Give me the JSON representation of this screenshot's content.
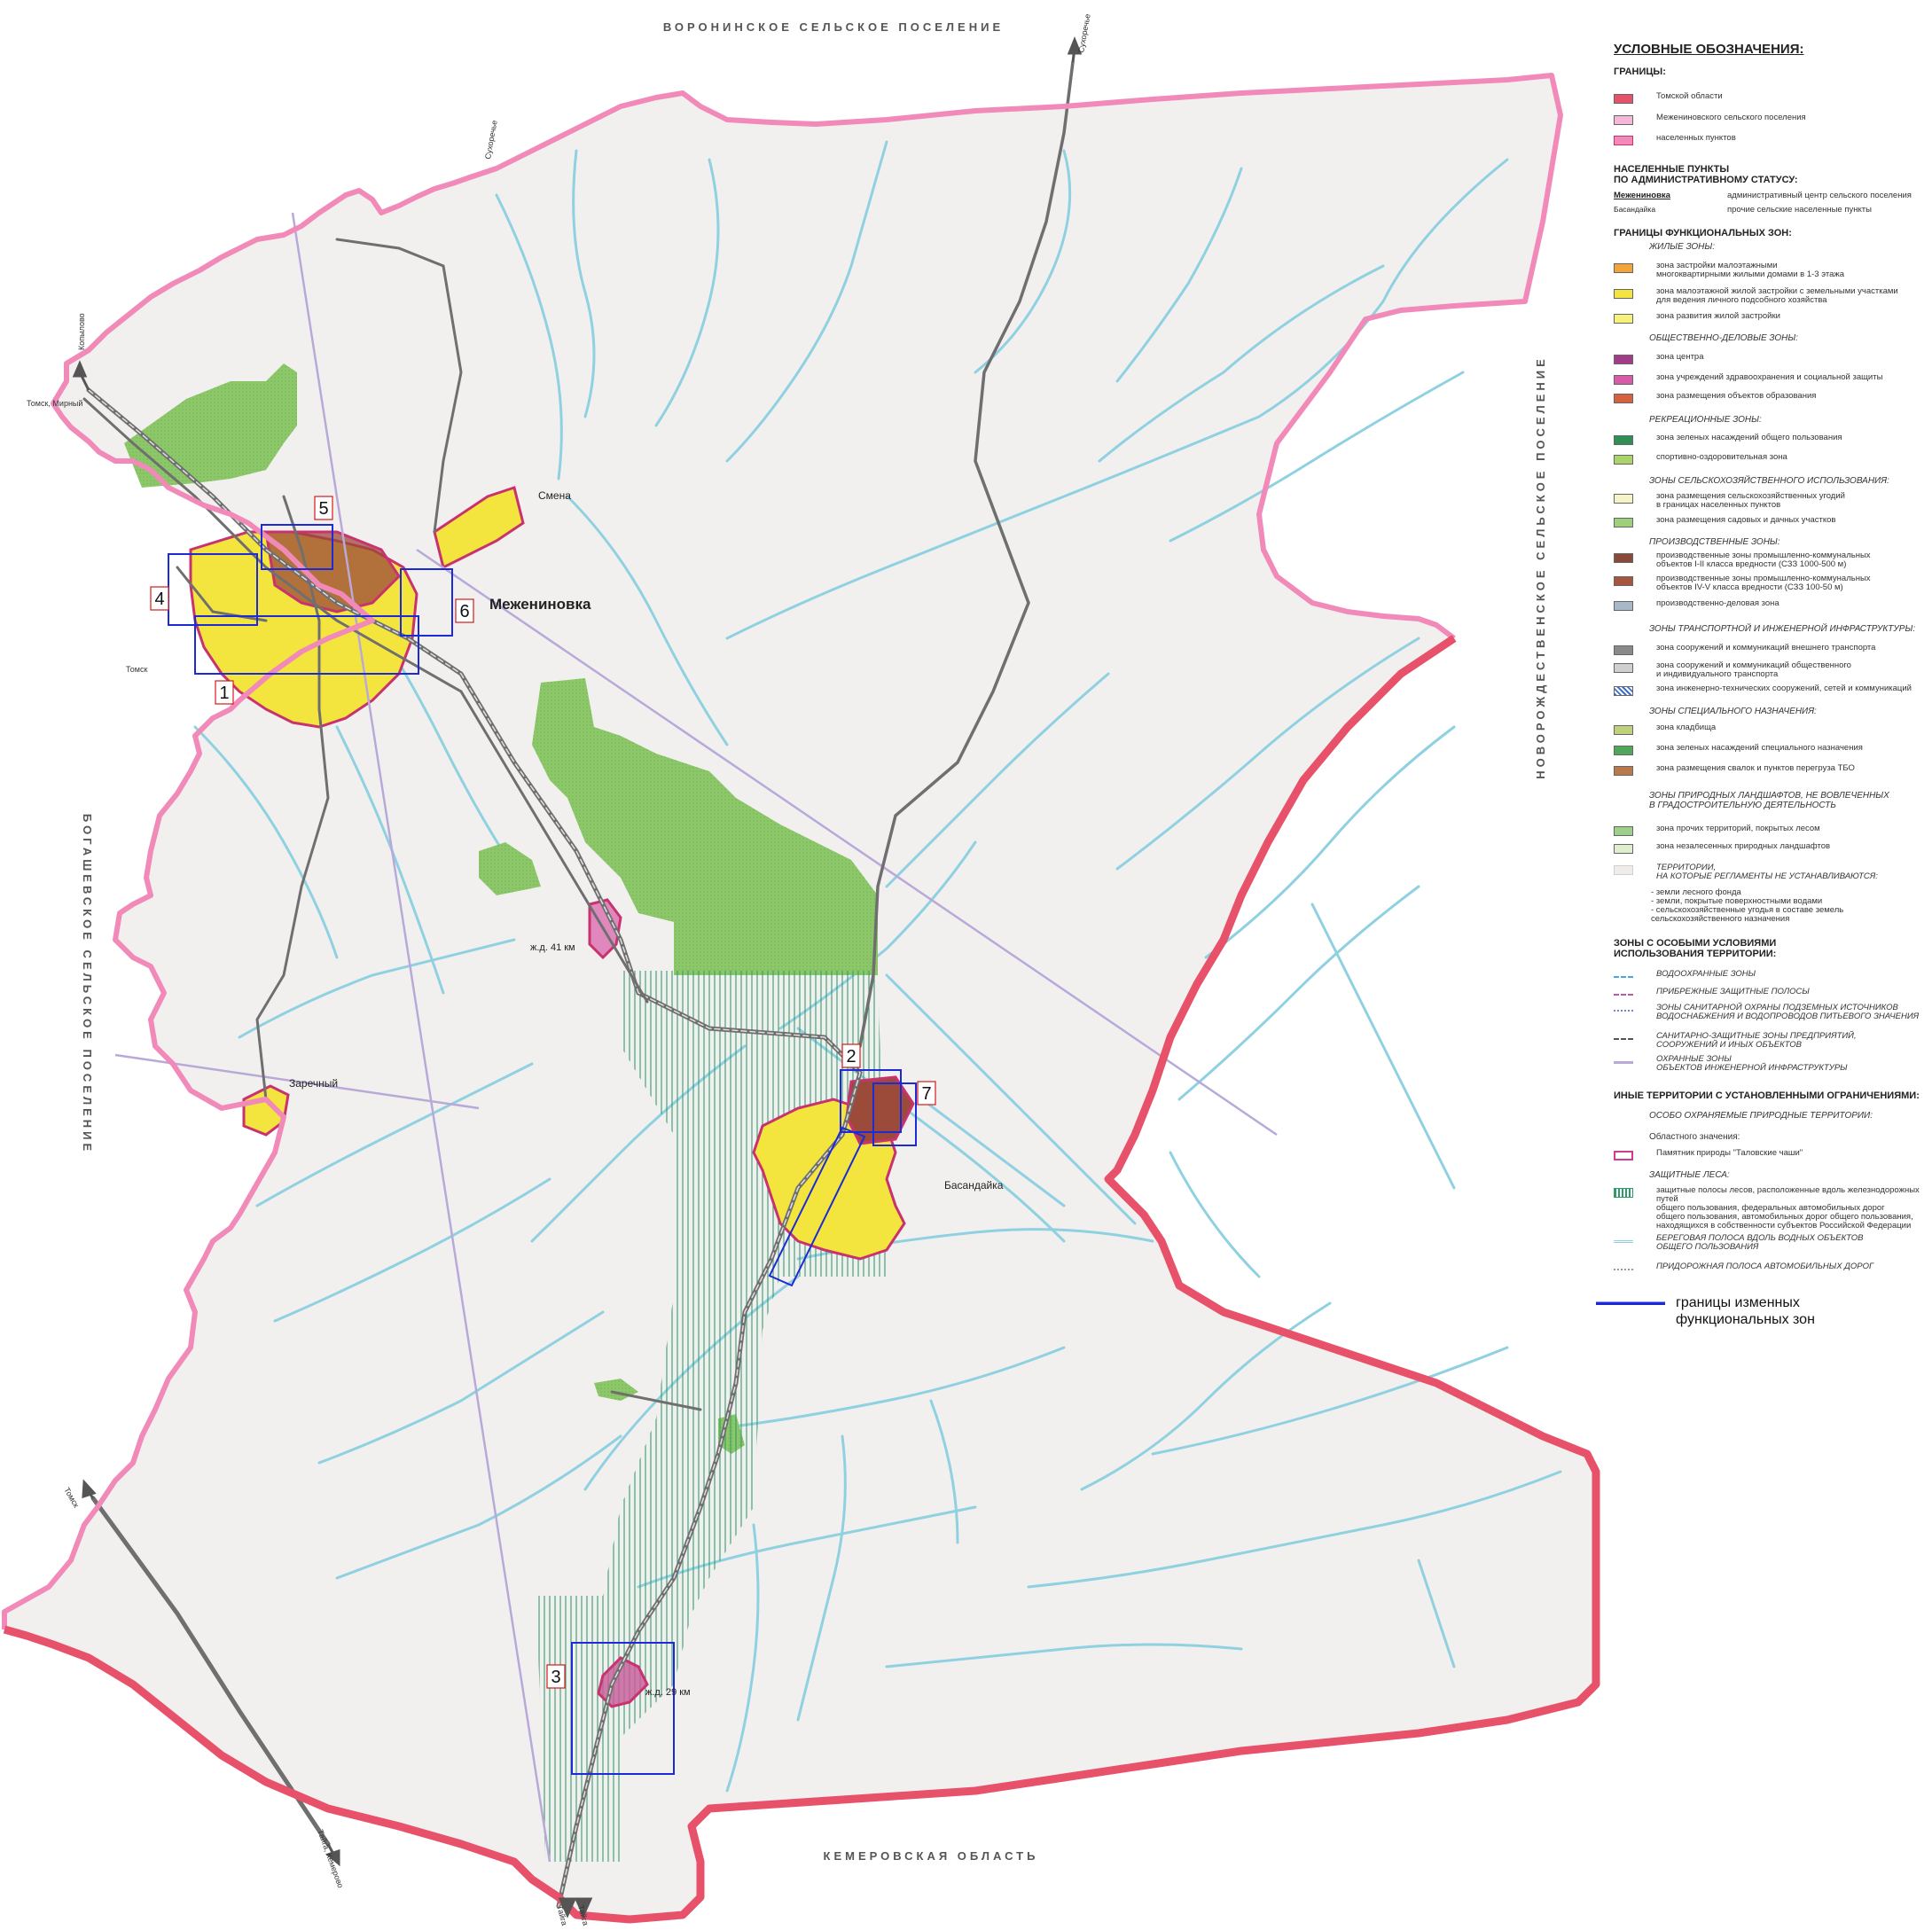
{
  "colors": {
    "background": "#f2f0ef",
    "region_border": "#e8516a",
    "settlement_border": "#f18ab8",
    "river": "#8fd1e0",
    "forest": "#8cc86a",
    "residential": "#f4e53e",
    "industrial": "#9c4a3a",
    "road": "#6f6f6f",
    "pipeline": "#b9a9d9",
    "changed_zones": "#1c2bd6"
  },
  "neighbors": {
    "north": "ВОРОНИНСКОЕ СЕЛЬСКОЕ ПОСЕЛЕНИЕ",
    "east": "НОВОРОЖДЕСТВЕНСКОЕ СЕЛЬСКОЕ ПОСЕЛЕНИЕ",
    "west": "БОГАШЕВСКОЕ СЕЛЬСКОЕ ПОСЕЛЕНИЕ",
    "south": "КЕМЕРОВСКАЯ ОБЛАСТЬ"
  },
  "settlements": {
    "center": "Межениновка",
    "smena": "Смена",
    "zarechny": "Заречный",
    "basandaika": "Басандайка",
    "zhd41": "ж.д. 41 км",
    "zhd29": "ж.д. 29 км"
  },
  "directions": {
    "kopylovo": "Копылово",
    "tomsk_mirny": "Томск, Мирный",
    "tomsk1": "Томск",
    "sukhorechye1": "Сухоречье",
    "sukhorechye2": "Сухоречье",
    "tomsk2": "Томск",
    "taiga_kemerovo": "Тайга, Кемерово",
    "taiga1": "Тайга",
    "taiga2": "Тайга"
  },
  "zone_markers": [
    "1",
    "2",
    "3",
    "4",
    "5",
    "6",
    "7"
  ],
  "legend": {
    "title": "УСЛОВНЫЕ ОБОЗНАЧЕНИЯ:",
    "borders_head": "ГРАНИЦЫ:",
    "borders": [
      {
        "label": "Томской области",
        "color": "#e8516a"
      },
      {
        "label": "Межениновского сельского поселения",
        "color": "#f18ab8"
      },
      {
        "label": "населенных пунктов",
        "color": "#c8326e"
      }
    ],
    "admin_head": "НАСЕЛЕННЫЕ ПУНКТЫ\nПО АДМИНИСТРАТИВНОМУ СТАТУСУ:",
    "admin": [
      {
        "name": "Межениновка",
        "desc": "административный центр сельского поселения"
      },
      {
        "name": "Басандайка",
        "desc": "прочие сельские населенные пункты"
      }
    ],
    "func_head": "ГРАНИЦЫ ФУНКЦИОНАЛЬНЫХ ЗОН:",
    "res_sub": "ЖИЛЫЕ ЗОНЫ:",
    "res": [
      {
        "label": "зона застройки малоэтажными\nмногоквартирными жилыми домами в 1-3 этажа",
        "color": "#f2a33a"
      },
      {
        "label": "зона малоэтажной жилой застройки с земельными участками\nдля ведения личного подсобного хозяйства",
        "color": "#f4e53e"
      },
      {
        "label": "зона развития жилой застройки",
        "color": "#f7f17a"
      }
    ],
    "pub_sub": "ОБЩЕСТВЕННО-ДЕЛОВЫЕ ЗОНЫ:",
    "pub": [
      {
        "label": "зона центра",
        "color": "#a33a8a"
      },
      {
        "label": "зона учреждений здравоохранения и социальной защиты",
        "color": "#d85aa8"
      },
      {
        "label": "зона размещения объектов образования",
        "color": "#d9603c"
      }
    ],
    "rec_sub": "РЕКРЕАЦИОННЫЕ ЗОНЫ:",
    "rec": [
      {
        "label": "зона зеленых насаждений общего пользования",
        "color": "#2f8f55"
      },
      {
        "label": "спортивно-оздоровительная зона",
        "color": "#a8d46a"
      }
    ],
    "agr_sub": "ЗОНЫ СЕЛЬСКОХОЗЯЙСТВЕННОГО ИСПОЛЬЗОВАНИЯ:",
    "agr": [
      {
        "label": "зона размещения сельскохозяйственных угодий\nв границах населенных пунктов",
        "color": "#f7f3c8"
      },
      {
        "label": "зона размещения садовых и дачных участков",
        "color": "#9dd07a"
      }
    ],
    "ind_sub": "ПРОИЗВОДСТВЕННЫЕ ЗОНЫ:",
    "ind": [
      {
        "label": "производственные зоны промышленно-коммунальных\nобъектов I-II класса вредности (СЗЗ 1000-500 м)",
        "color": "#8a4a3a"
      },
      {
        "label": "производственные зоны промышленно-коммунальных\nобъектов IV-V класса вредности (СЗЗ 100-50 м)",
        "color": "#a6563f"
      },
      {
        "label": "производственно-деловая зона",
        "color": "#a9b8c8"
      }
    ],
    "trn_sub": "ЗОНЫ ТРАНСПОРТНОЙ И ИНЖЕНЕРНОЙ ИНФРАСТРУКТУРЫ:",
    "trn": [
      {
        "label": "зона сооружений и коммуникаций внешнего транспорта",
        "color": "#8a8a8a"
      },
      {
        "label": "зона сооружений и коммуникаций общественного\nи индивидуального транспорта",
        "color": "#cfcfcf"
      },
      {
        "label": "зона инженерно-технических сооружений, сетей и коммуникаций",
        "color": "#3f6fc8"
      }
    ],
    "spc_sub": "ЗОНЫ СПЕЦИАЛЬНОГО НАЗНАЧЕНИЯ:",
    "spc": [
      {
        "label": "зона кладбища",
        "color": "#bfd27a"
      },
      {
        "label": "зона зеленых насаждений специального назначения",
        "color": "#4fa85a"
      },
      {
        "label": "зона размещения свалок и пунктов перегруза ТБО",
        "color": "#b87a4a"
      }
    ],
    "nat_sub": "ЗОНЫ ПРИРОДНЫХ ЛАНДШАФТОВ, НЕ ВОВЛЕЧЕННЫХ\nВ ГРАДОСТРОИТЕЛЬНУЮ ДЕЯТЕЛЬНОСТЬ",
    "nat": [
      {
        "label": "зона прочих территорий, покрытых лесом",
        "color": "#9fd08a"
      },
      {
        "label": "зона незалесенных природных ландшафтов",
        "color": "#dfeecf"
      },
      {
        "label": "ТЕРРИТОРИИ,\nНА КОТОРЫЕ РЕГЛАМЕНТЫ НЕ УСТАНАВЛИВАЮТСЯ:",
        "color": "#efecea"
      }
    ],
    "nat_notes": "- земли лесного фонда\n- земли, покрытые поверхностными водами\n- сельскохозяйственные угодья в составе земель\n  сельскохозяйственного назначения",
    "spec_head": "ЗОНЫ С ОСОБЫМИ УСЛОВИЯМИ\nИСПОЛЬЗОВАНИЯ ТЕРРИТОРИИ:",
    "spec": [
      {
        "label": "ВОДООХРАННЫЕ ЗОНЫ",
        "color": "#4aa8d8"
      },
      {
        "label": "ПРИБРЕЖНЫЕ ЗАЩИТНЫЕ ПОЛОСЫ",
        "color": "#b85aa8"
      },
      {
        "label": "ЗОНЫ САНИТАРНОЙ ОХРАНЫ ПОДЗЕМНЫХ ИСТОЧНИКОВ\nВОДОСНАБЖЕНИЯ И ВОДОПРОВОДОВ ПИТЬЕВОГО ЗНАЧЕНИЯ",
        "color": "#6a8ac8"
      },
      {
        "label": "САНИТАРНО-ЗАЩИТНЫЕ ЗОНЫ ПРЕДПРИЯТИЙ,\nСООРУЖЕНИЙ И ИНЫХ ОБЪЕКТОВ",
        "color": "#555555"
      },
      {
        "label": "ОХРАННЫЕ ЗОНЫ\nОБЪЕКТОВ ИНЖЕНЕРНОЙ ИНФРАСТРУКТУРЫ",
        "color": "#b9a9d9"
      }
    ],
    "other_head": "ИНЫЕ ТЕРРИТОРИИ С УСТАНОВЛЕННЫМИ ОГРАНИЧЕНИЯМИ:",
    "oopt_sub": "ОСОБО ОХРАНЯЕМЫЕ ПРИРОДНЫЕ ТЕРРИТОРИИ:",
    "oopt_sub2": "Областного значения:",
    "oopt": "Памятник природы \"Таловские чаши\"",
    "forest_sub": "ЗАЩИТНЫЕ ЛЕСА:",
    "forest_label": "защитные полосы лесов, расположенные вдоль железнодорожных путей\nобщего пользования, федеральных автомобильных дорог\nобщего пользования, автомобильных дорог общего пользования,\nнаходящихся в собственности субъектов Российской Федерации",
    "shore_label": "БЕРЕГОВАЯ ПОЛОСА ВДОЛЬ ВОДНЫХ ОБЪЕКТОВ\nОБЩЕГО ПОЛЬЗОВАНИЯ",
    "roadside_label": "ПРИДОРОЖНАЯ ПОЛОСА АВТОМОБИЛЬНЫХ ДОРОГ",
    "changed_label": "границы изменных\nфункциональных зон"
  }
}
